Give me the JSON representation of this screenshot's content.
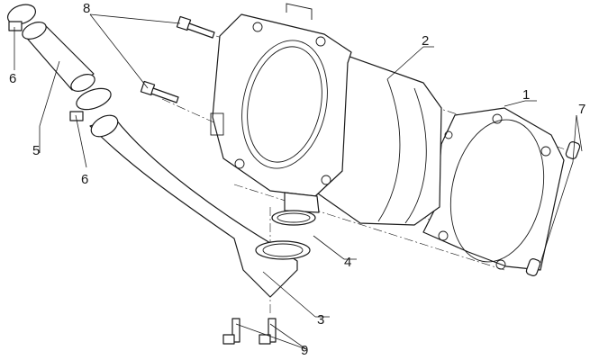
{
  "diagram": {
    "callouts": [
      {
        "id": "c1",
        "label": "1"
      },
      {
        "id": "c2",
        "label": "2"
      },
      {
        "id": "c3",
        "label": "3"
      },
      {
        "id": "c4",
        "label": "4"
      },
      {
        "id": "c5",
        "label": "5"
      },
      {
        "id": "c6a",
        "label": "6"
      },
      {
        "id": "c6b",
        "label": "6"
      },
      {
        "id": "c7",
        "label": "7"
      },
      {
        "id": "c8",
        "label": "8"
      },
      {
        "id": "c9",
        "label": "9"
      }
    ]
  }
}
